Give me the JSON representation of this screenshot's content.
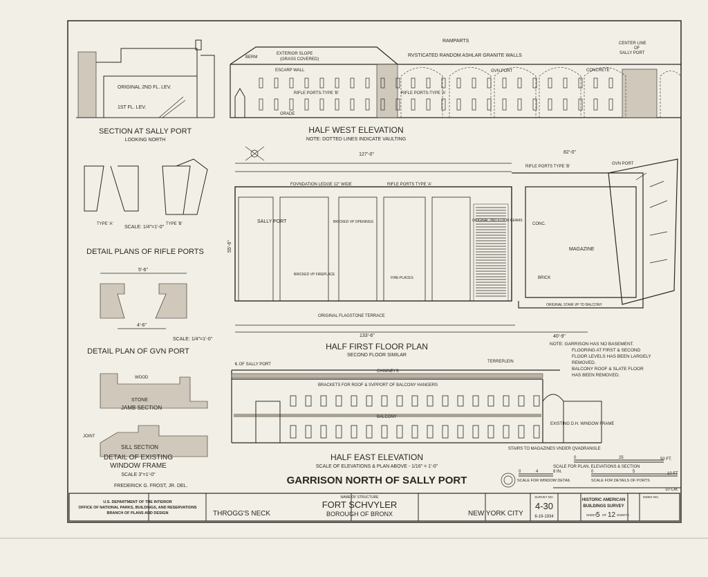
{
  "sheet": {
    "section_sally_port": {
      "title": "SECTION AT SALLY PORT",
      "subtitle": "LOOKING NORTH",
      "labels": [
        "ORIGINAL 2ND FL. LEV.",
        "1ST FL. LEV."
      ]
    },
    "west_elevation": {
      "title": "HALF WEST ELEVATION",
      "note": "NOTE: DOTTED LINES INDICATE VAULTING",
      "labels": {
        "ramparts": "RAMPARTS",
        "berm": "BERM",
        "exterior_slope": "EXTERIOR SLOPE",
        "grass": "(GRASS COVERED)",
        "walls": "RVSTICATED RANDOM ASHLAR GRANITE WALLS",
        "center_line": "CENTER LINE",
        "of": "OF",
        "sally_port": "SALLY PORT",
        "escarp": "ESCARP WALL",
        "gun_port": "GVN PORT",
        "concrete": "CONCRETE",
        "rifle_b": "RIFLE PORTS-TYPE 'B'",
        "rifle_a": "RIFLE PORTS-TYPE 'A'",
        "grade": "GRADE"
      }
    },
    "rifle_ports": {
      "title": "DETAIL PLANS OF RIFLE PORTS",
      "type_a": "TYPE 'A'",
      "type_b": "TYPE 'B'",
      "scale": "SCALE: 1/4\"=1'-0\""
    },
    "gun_port": {
      "title": "DETAIL PLAN OF GVN PORT",
      "scale": "SCALE: 1/4\"=1'-0\"",
      "dim": "5'-6\"",
      "dim2": "4'-6\""
    },
    "window_frame": {
      "title": "DETAIL OF EXISTING",
      "title2": "WINDOW FRAME",
      "scale": "SCALE 3\"=1'-0\"",
      "wood": "WOOD",
      "stone": "STONE",
      "jamb": "JAMB SECTION",
      "sill": "SILL SECTION",
      "joint": "JOINT"
    },
    "floor_plan": {
      "title": "HALF FIRST FLOOR PLAN",
      "subtitle": "SECOND FLOOR SIMILAR",
      "labels": {
        "foundation": "FOVNDATION LEDGE 12\" WIDE",
        "rifle_a": "RIFLE PORTS TYPE 'A'",
        "rifle_b": "RIFLE PORTS TYPE 'B'",
        "gun_port": "GVN PORT",
        "sally_port": "SALLY PORT",
        "bricked_openings": "BRICKED VP OPENINGS",
        "bricked_fireplace": "BRICKED VP FIREPLACE",
        "fireplaces": "FIRE-PLACES",
        "beams": "ORIGINAL 2ND FLOOR BEAMS",
        "magazine": "MAGAZINE",
        "conc": "CONC.",
        "brick": "BRICK",
        "terrace": "ORIGINAL FLAGSTONE TERRACE",
        "stair": "ORIGINAL STAIR VP TO BALCONY"
      },
      "dims": {
        "total": "127'-0\"",
        "bottom": "133'-6\"",
        "right": "82'-0\"",
        "right_bottom": "40'-9\"",
        "depth": "55'-6\""
      }
    },
    "note": [
      "NOTE: GARRISON HAS NO BASEMENT.",
      "FLOORING AT FIRST & SECOND",
      "FLOOR LEVELS HAS BEEN LARGELY",
      "REMOVED.",
      "BALCONY ROOF & SLATE FLOOR",
      "HAS BEEN REMOVED."
    ],
    "east_elevation": {
      "title": "HALF EAST ELEVATION",
      "scale": "SCALE OF ELEVATIONS & PLAN ABOVE - 1/16\" = 1'-0\"",
      "labels": {
        "sally_port_cl": "℄ OF SALLY PORT",
        "chimneys": "CHIMNEYS",
        "terreplein": "TERREPLEIN",
        "brackets": "BRACKETS FOR ROOF & SVPPORT OF BALCONY HANGERS",
        "balcony": "BALCONY",
        "window": "EXISTING D.H. WINDOW FRAME",
        "stairs": "STAIRS TO MAGAZINES VNDER QVADRANGLE"
      }
    },
    "main_title": "GARRISON NORTH OF SALLY PORT",
    "delineator": "FREDERICK G. FROST, JR. DEL.",
    "scales": {
      "plan": "SCALE FOR PLAN, ELEVATIONS & SECTION",
      "window": "SCALE FOR WINDOW DETAIL",
      "ports": "SCALE FOR DETAILS OF PORTS",
      "plan_ticks": [
        "0",
        "25",
        "50 FT."
      ],
      "window_ticks": [
        "0",
        "4",
        "8 IN."
      ],
      "ports_ticks": [
        "0",
        "5",
        "10 FT"
      ],
      "cm": "10 CM."
    }
  },
  "title_block": {
    "agency": [
      "U.S. DEPARTMENT OF THE INTERIOR",
      "OFFICE OF NATIONAL PARKS, BUILDINGS, AND RESERVATIONS",
      "BRANCH OF PLANS AND DESIGN"
    ],
    "locality": "THROGG'S NECK",
    "name_label": "NAME OF STRUCTURE",
    "structure": "FORT SCHVYLER",
    "borough": "BOROUGH OF BRONX",
    "city": "NEW YORK CITY",
    "survey_label": "SURVEY NO.",
    "survey_no": "4-30",
    "date": "6-19-1934",
    "habs": [
      "HISTORIC AMERICAN",
      "BUILDINGS SURVEY"
    ],
    "sheet_label": "SHEET",
    "sheet": "5",
    "of_label": "OF",
    "sheets": "12",
    "sheets_label": "SHEETS",
    "index_label": "INDEX NO."
  }
}
